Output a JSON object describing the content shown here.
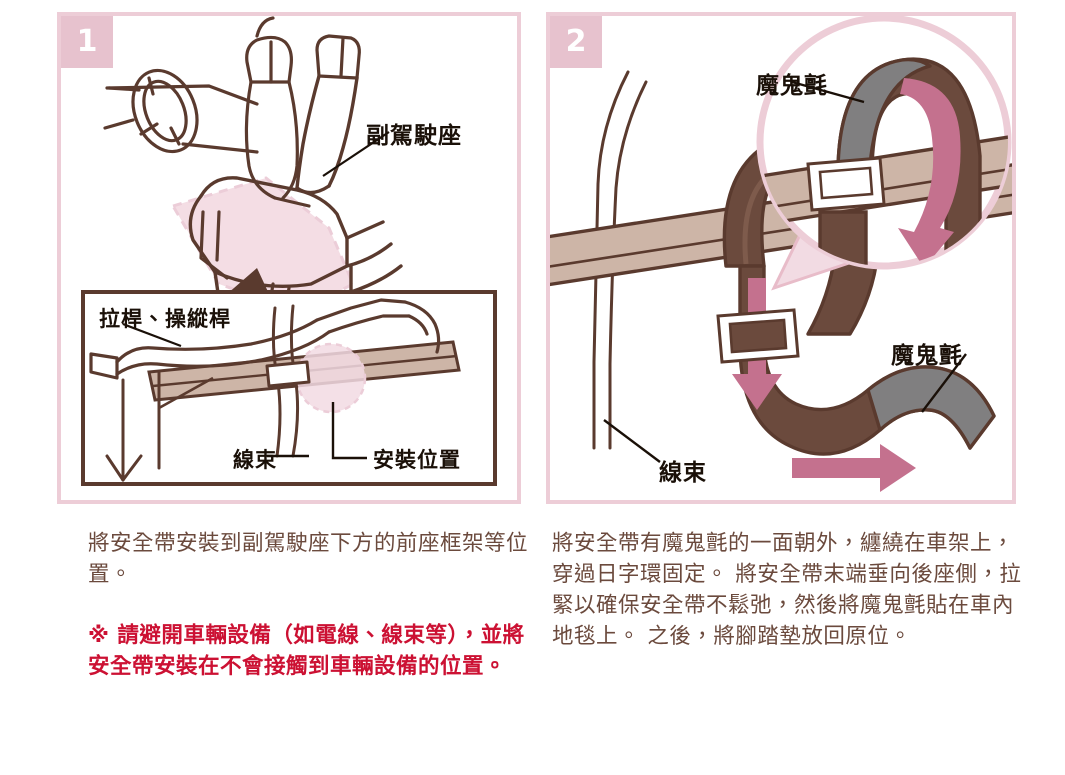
{
  "document": {
    "title": "安全帶安裝說明",
    "language": "zh-Hant"
  },
  "colors": {
    "panel_border": "#edcdd7",
    "step_badge_bg": "#e7c2ce",
    "strap_brown": "#6b4a3d",
    "strap_brown_light": "#7d5a4b",
    "rail_beige": "#cdb5a7",
    "rail_beige_light": "#ddcabd",
    "velcro_gray": "#807f80",
    "accent_pink": "#c4718e",
    "highlight_pink": "#f2dbe3",
    "caption_text": "#6b4a3d",
    "warning_text": "#cc1133",
    "label_text": "#1a1008",
    "outline": "#5a3a2e"
  },
  "panels": [
    {
      "number": "1",
      "badge_name": "step-badge-1",
      "labels": [
        {
          "id": "passenger-seat",
          "text": "副駕駛座"
        },
        {
          "id": "lever-control-rod",
          "text": "拉桿、操縱桿"
        },
        {
          "id": "wire-harness",
          "text": "線束"
        },
        {
          "id": "install-position",
          "text": "安裝位置"
        }
      ],
      "caption": "將安全帶安裝到副駕駛座下方的前座框架等位置。",
      "warning": "※ 請避開車輛設備（如電線、線束等），並將安全帶安裝在不會接觸到車輛設備的位置。"
    },
    {
      "number": "2",
      "badge_name": "step-badge-2",
      "labels": [
        {
          "id": "velcro-top",
          "text": "魔鬼氈"
        },
        {
          "id": "velcro-right",
          "text": "魔鬼氈"
        },
        {
          "id": "wire-harness",
          "text": "線束"
        }
      ],
      "caption": "將安全帶有魔鬼氈的一面朝外，纏繞在車架上，穿過日字環固定。 將安全帶末端垂向後座側，拉緊以確保安全帶不鬆弛，然後將魔鬼氈貼在車內地毯上。 之後，將腳踏墊放回原位。"
    }
  ]
}
